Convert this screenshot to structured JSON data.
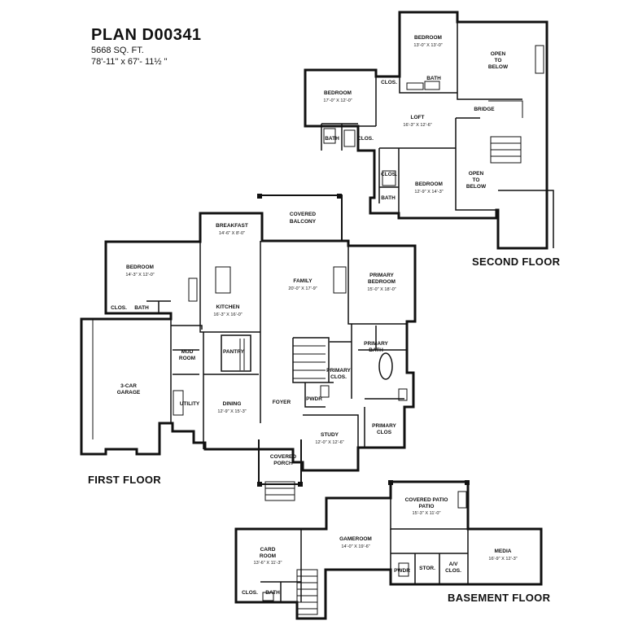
{
  "plan": {
    "title": "PLAN D00341",
    "sqft": "5668 SQ. FT.",
    "dimensions": "78'-11\" x 67'- 11½ \""
  },
  "floors": {
    "second": {
      "label": "SECOND FLOOR",
      "rooms": {
        "bedroom_top": {
          "name": "BEDROOM",
          "dim": "13'-0\" X 13'-0\""
        },
        "open_below_top": {
          "name": "OPEN TO BELOW"
        },
        "clos_top": {
          "name": "CLOS."
        },
        "bath_top": {
          "name": "BATH"
        },
        "bedroom_left": {
          "name": "BEDROOM",
          "dim": "17'-0\" X 12'-0\""
        },
        "bridge": {
          "name": "BRIDGE"
        },
        "loft": {
          "name": "LOFT",
          "dim": "16'-3\" X 12'-6\""
        },
        "bath_left": {
          "name": "BATH"
        },
        "clos_left": {
          "name": "CLOS."
        },
        "clos_lower": {
          "name": "CLOS."
        },
        "bedroom_lower": {
          "name": "BEDROOM",
          "dim": "12'-9\" X 14'-3\""
        },
        "open_below_lower": {
          "name": "OPEN TO BELOW"
        },
        "bath_lower": {
          "name": "BATH"
        }
      }
    },
    "first": {
      "label": "FIRST FLOOR",
      "rooms": {
        "breakfast": {
          "name": "BREAKFAST",
          "dim": "14'-6\" X 8'-0\""
        },
        "covered_balcony": {
          "name": "COVERED BALCONY"
        },
        "bedroom": {
          "name": "BEDROOM",
          "dim": "14'-3\" X 12'-0\""
        },
        "family": {
          "name": "FAMILY",
          "dim": "20'-0\" X 17'-9\""
        },
        "primary_bedroom": {
          "name": "PRIMARY BEDROOM",
          "dim": "15'-0\" X 18'-0\""
        },
        "clos": {
          "name": "CLOS."
        },
        "bath": {
          "name": "BATH"
        },
        "kitchen": {
          "name": "KITCHEN",
          "dim": "16'-3\" X 16'-0\""
        },
        "mud_room": {
          "name": "MUD ROOM"
        },
        "pantry": {
          "name": "PANTRY"
        },
        "primary_bath": {
          "name": "PRIMARY BATH"
        },
        "garage": {
          "name": "3-CAR GARAGE"
        },
        "primary_clos_side": {
          "name": "PRIMARY CLOS."
        },
        "utility": {
          "name": "UTILITY"
        },
        "dining": {
          "name": "DINING",
          "dim": "12'-9\" X 15'-3\""
        },
        "foyer": {
          "name": "FOYER"
        },
        "pwdr": {
          "name": "PWDR"
        },
        "study": {
          "name": "STUDY",
          "dim": "12'-0\" X 12'-6\""
        },
        "primary_clos": {
          "name": "PRIMARY CLOS"
        },
        "covered_porch": {
          "name": "COVERED PORCH"
        }
      }
    },
    "basement": {
      "label": "BASEMENT FLOOR",
      "rooms": {
        "covered_patio": {
          "name": "COVERED PATIO",
          "dim": "15'-3\" X 11'-0\""
        },
        "card_room": {
          "name": "CARD ROOM",
          "dim": "13'-6\" X 11'-3\""
        },
        "gameroom": {
          "name": "GAMEROOM",
          "dim": "14'-0\" X 19'-6\""
        },
        "media": {
          "name": "MEDIA",
          "dim": "16'-9\" X 12'-3\""
        },
        "pwdr": {
          "name": "PWDR"
        },
        "stor": {
          "name": "STOR."
        },
        "av_clos": {
          "name": "A/V CLOS."
        },
        "clos": {
          "name": "CLOS."
        },
        "bath": {
          "name": "BATH"
        }
      }
    }
  }
}
